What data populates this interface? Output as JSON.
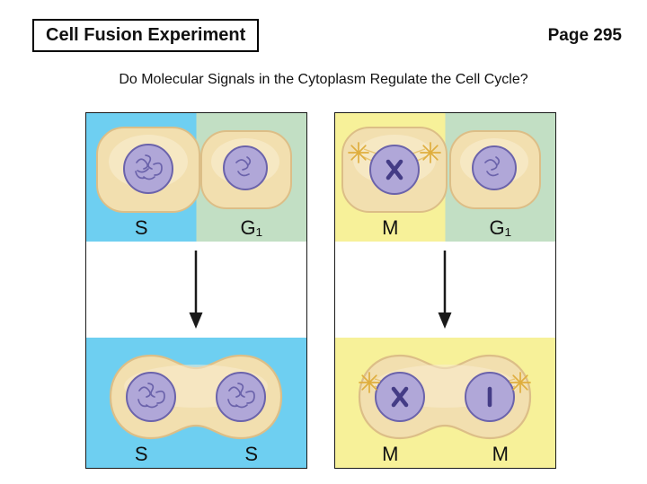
{
  "header": {
    "title": "Cell Fusion Experiment",
    "page": "Page 295"
  },
  "question": "Do Molecular Signals in the Cytoplasm Regulate the Cell Cycle?",
  "panels": {
    "left": {
      "top_labels": [
        "S",
        "G₁"
      ],
      "bottom_labels": [
        "S",
        "S"
      ]
    },
    "right": {
      "top_labels": [
        "M",
        "G₁"
      ],
      "bottom_labels": [
        "M",
        "M"
      ]
    }
  },
  "colors": {
    "blue": "#6ecff1",
    "green": "#c2dfc4",
    "yellow": "#f7f199",
    "cell": "#f2dfaf",
    "cell_outline": "#dcbe87",
    "cell_light": "#f9eed4",
    "nucleus": "#b0a7d8",
    "nucleus_outline": "#6b63ab",
    "chromosome": "#443c86",
    "aster": "#dfae3e",
    "arrow": "#1a1a1a"
  }
}
